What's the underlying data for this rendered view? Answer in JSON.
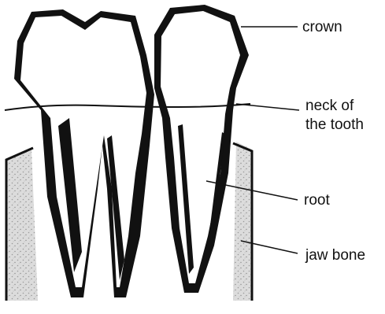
{
  "diagram": {
    "labels": {
      "crown": "crown",
      "neck_line1": "neck of",
      "neck_line2": "the tooth",
      "root": "root",
      "jaw_bone": "jaw bone"
    }
  },
  "colors": {
    "outline": "#111111",
    "bone": "#d9d9d9",
    "bone_speckle": "#9a9a9a",
    "tooth": "#ffffff"
  }
}
